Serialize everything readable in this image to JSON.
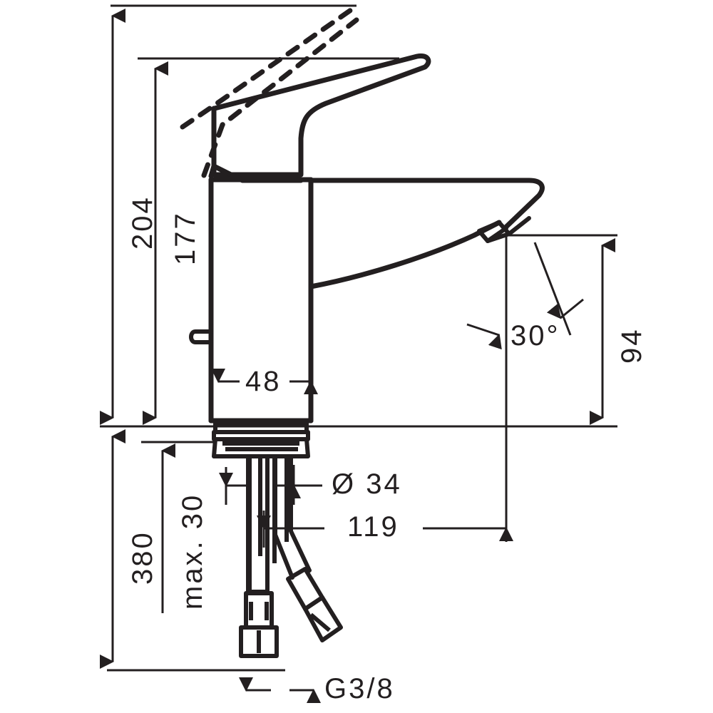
{
  "drawing": {
    "title": "Single lever basin mixer technical dimension drawing",
    "units": "mm",
    "line_color": "#231f20",
    "background_color": "#ffffff"
  },
  "dimensions": {
    "overall_height": {
      "label": "204",
      "orientation": "vertical",
      "unit": "mm"
    },
    "spout_height_to_lever_top": {
      "label": "177",
      "orientation": "vertical",
      "unit": "mm"
    },
    "body_width": {
      "label": "48",
      "orientation": "horizontal",
      "unit": "mm"
    },
    "spout_outlet_height": {
      "label": "94",
      "orientation": "vertical",
      "unit": "mm"
    },
    "spout_angle": {
      "label": "30°",
      "orientation": "angle",
      "unit": "degrees"
    },
    "base_diameter": {
      "label": "Ø 34",
      "orientation": "horizontal",
      "unit": "mm"
    },
    "projection": {
      "label": "119",
      "orientation": "horizontal",
      "unit": "mm"
    },
    "hose_length": {
      "label": "380",
      "orientation": "vertical",
      "unit": "mm"
    },
    "max_deck_thickness": {
      "label": "max. 30",
      "orientation": "vertical",
      "unit": "mm"
    },
    "connection_thread": {
      "label": "G3/8",
      "orientation": "horizontal",
      "unit": "inch thread"
    }
  },
  "parts": {
    "lever_handle": "lever-handle",
    "lever_open_position": "lever-open-position-dashed",
    "body_column": "body-column",
    "spout": "spout",
    "aerator": "aerator",
    "pop_up_rod_tab": "pop-up-rod-tab",
    "base_escutcheon": "base-escutcheon",
    "threaded_shank": "threaded-shank",
    "supply_hose_left": "supply-hose-left",
    "supply_hose_right": "supply-hose-right",
    "hose_fitting_left": "hose-fitting-left",
    "hose_fitting_right": "hose-fitting-right"
  }
}
